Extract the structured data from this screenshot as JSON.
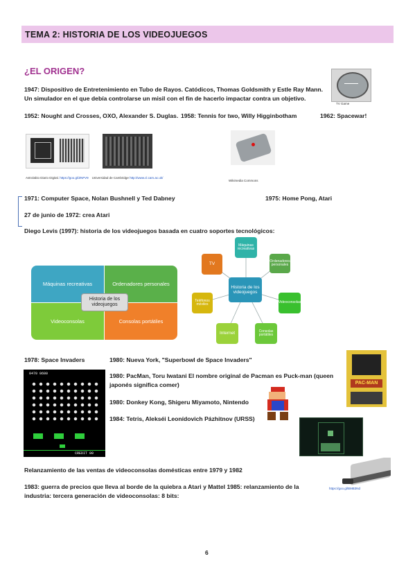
{
  "title": "TEMA 2: HISTORIA DE LOS VIDEOJUEGOS",
  "section": "¿EL ORIGEN?",
  "p1947_line1": "1947: Dispositivo de Entretenimiento en Tubo de Rayos. Catódicos, Thomas Goldsmith y Estle Ray Mann.",
  "p1947_line2": "Un simulador en el que debía controlarse un misil con el fin de hacerlo impactar contra un objetivo.",
  "p1952": "1952: Nought and Crosses, OXO, Alexander S. Duglas.",
  "p1958": "1958: Tennis for two, Willy Higginbotham",
  "p1962": "1962: Spacewar!",
  "tv_caption": "TV Game",
  "credit_left_a": "Astrolabio Diario Digital.",
  "credit_left_b": "https://goo.gl/ZNFV9",
  "credit_left_c": "Universidad de Cambridge",
  "credit_left_d": "http://www.cl.cam.ac.uk/",
  "credit_right": "Wikimedia Commons",
  "p1971": "1971: Computer Space, Nolan Bushnell y Ted Dabney",
  "p1975": "1975: Home Pong, Atari",
  "p1972": "27 de junio de 1972: crea Atari",
  "levis": "Diego Levis (1997): historia de los videojuegos basada en cuatro soportes tecnológicos:",
  "diagram": {
    "q1": "Máquinas recreativas",
    "q2": "Ordenadores personales",
    "q3": "Videoconsolas",
    "q4": "Consolas portátiles",
    "center": "Historia de los videojuegos"
  },
  "radial": {
    "center": "Historia de los videojuegos",
    "tv": "TV",
    "internet": "Internet",
    "n1": "Máquinas recreativas",
    "n2": "Ordenadores personales",
    "n3": "Videoconsolas",
    "n4": "Consolas portátiles",
    "n5": "Teléfonos móviles"
  },
  "p1978": "1978: Space Invaders",
  "p1980a": "1980: Nueva York, \"Superbowl de Space Invaders\"",
  "p1980b_line1": "1980: PacMan, Toru Iwatani El nombre original de Pacman es Puck-man (queen",
  "p1980b_line2": "japonés significa comer)",
  "p1980c": "1980: Donkey Kong, Shigeru Miyamoto, Nintendo",
  "p1984": "1984: Tetris, Alekséi Leonídovich Pázhitnov (URSS)",
  "invaders_score": "0470    0600",
  "invaders_credit": "CREDIT 00",
  "pacman_title": "PAC-MAN",
  "relanz": "Relanzamiento de las ventas de videoconsolas domésticas entre 1979 y 1982",
  "p1983_line1": "1983: guerra de precios que lleva al borde de la quiebra a Atari y Mattel 1985: relanzamiento de la",
  "p1983_line2": "industria: tercera generación de videoconsolas: 8 bits:",
  "nes_credit": "https://goo.gl/BMB3Nd",
  "page_number": "6"
}
